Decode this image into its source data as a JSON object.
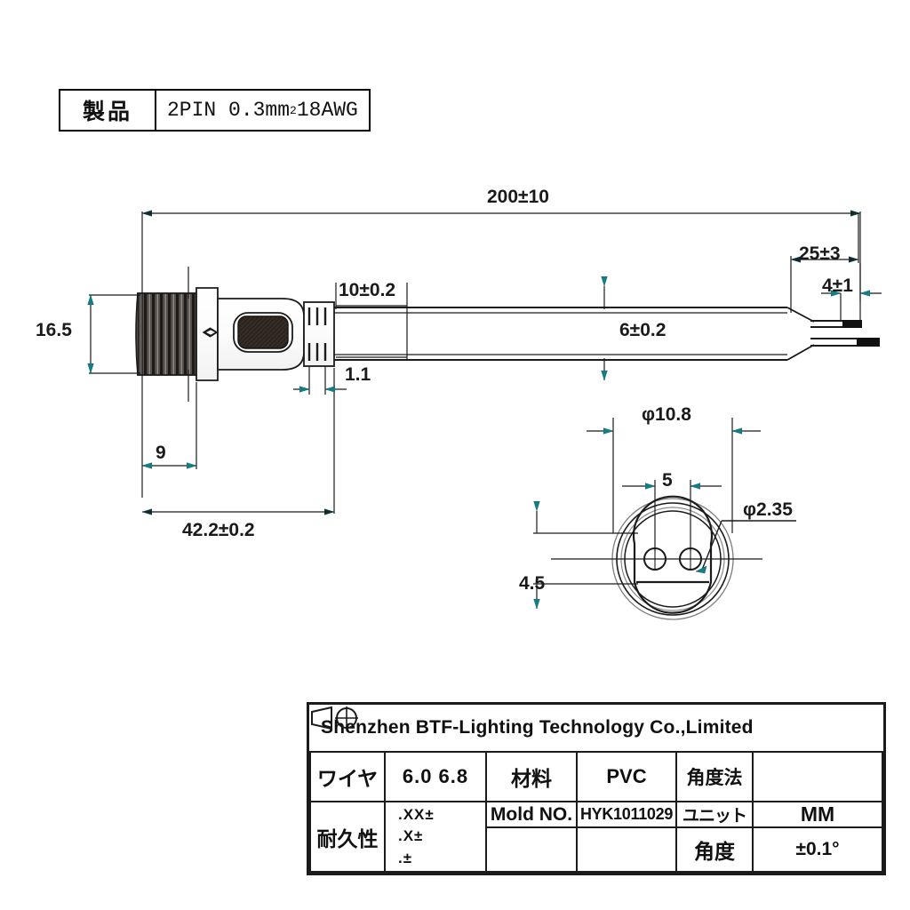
{
  "product_header": {
    "label": "製品",
    "spec_prefix": "2PIN 0.3mm",
    "spec_sup": "2",
    "spec_suffix": " 18AWG"
  },
  "dimensions": {
    "overall_length": "200±10",
    "flange_height": "16.5",
    "thread_length": "9",
    "connector_length": "42.2±0.2",
    "boot_length": "10±0.2",
    "rib_width": "1.1",
    "cable_diameter": "6±0.2",
    "wire_strip_length": "25±3",
    "tin_length": "4±1",
    "face_diameter": "φ10.8",
    "pin_pitch": "5",
    "pin_diameter": "φ2.35",
    "keyway_height": "4.5"
  },
  "title_block": {
    "company": "Shenzhen BTF-Lighting Technology Co.,Limited",
    "rows": [
      {
        "label": "ワイヤ",
        "value": "6.0   6.8",
        "mid_label": "材料",
        "mid_value": "PVC",
        "right_label": "角度法",
        "right_value": "projection-symbol"
      },
      {
        "label": "耐久性",
        "tolerances": [
          ".XX±",
          ".X±",
          ".±"
        ],
        "mid_label": "Mold NO.",
        "mid_value": "HYK1011029",
        "right_label": "ユニット",
        "right_value": "MM"
      },
      {
        "label": "",
        "mid_label": "",
        "mid_value": "",
        "right_label": "角度",
        "right_value": "±0.1°"
      }
    ]
  },
  "colors": {
    "line": "#1b1b1b",
    "arrow_accent": "#127f87",
    "metal_dark": "#3a3a3a",
    "window_dark": "#2b241f"
  }
}
